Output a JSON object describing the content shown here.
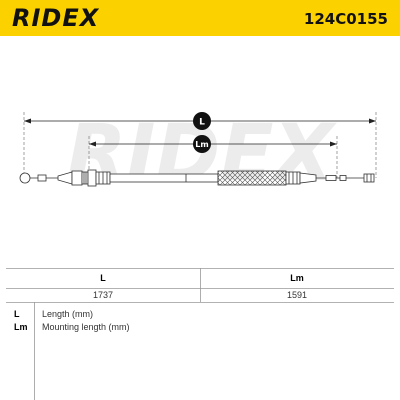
{
  "header": {
    "brand": "RIDEX",
    "part_number": "124C0155"
  },
  "drawing": {
    "watermark": "RIDEX",
    "dim_L_label": "L",
    "dim_Lm_label": "Lm"
  },
  "table": {
    "headers": [
      "L",
      "Lm"
    ],
    "values": [
      "1737",
      "1591"
    ]
  },
  "legend": [
    {
      "key": "L",
      "desc": "Length (mm)"
    },
    {
      "key": "Lm",
      "desc": "Mounting length (mm)"
    }
  ],
  "colors": {
    "header_bg": "#fbd100",
    "badge_bg": "#111111",
    "watermark": "#ececec"
  }
}
